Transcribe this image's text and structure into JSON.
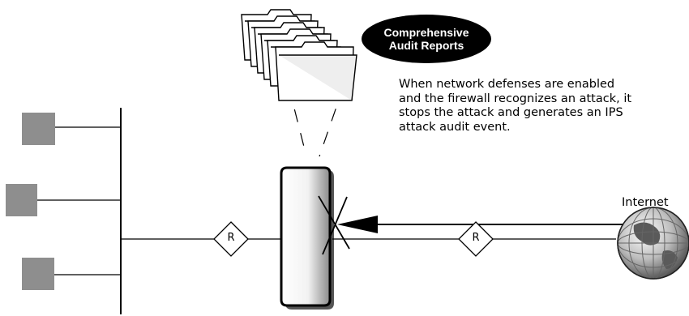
{
  "audit_reports": {
    "line1": "Comprehensive",
    "line2": "Audit Reports"
  },
  "description": {
    "line1": "When network defenses are enabled",
    "line2": "and the firewall recognizes an attack, it",
    "line3": "stops the attack and generates an IPS",
    "line4": "attack audit event."
  },
  "internet_label": "Internet",
  "routers": {
    "left_label": "R",
    "right_label": "R"
  }
}
